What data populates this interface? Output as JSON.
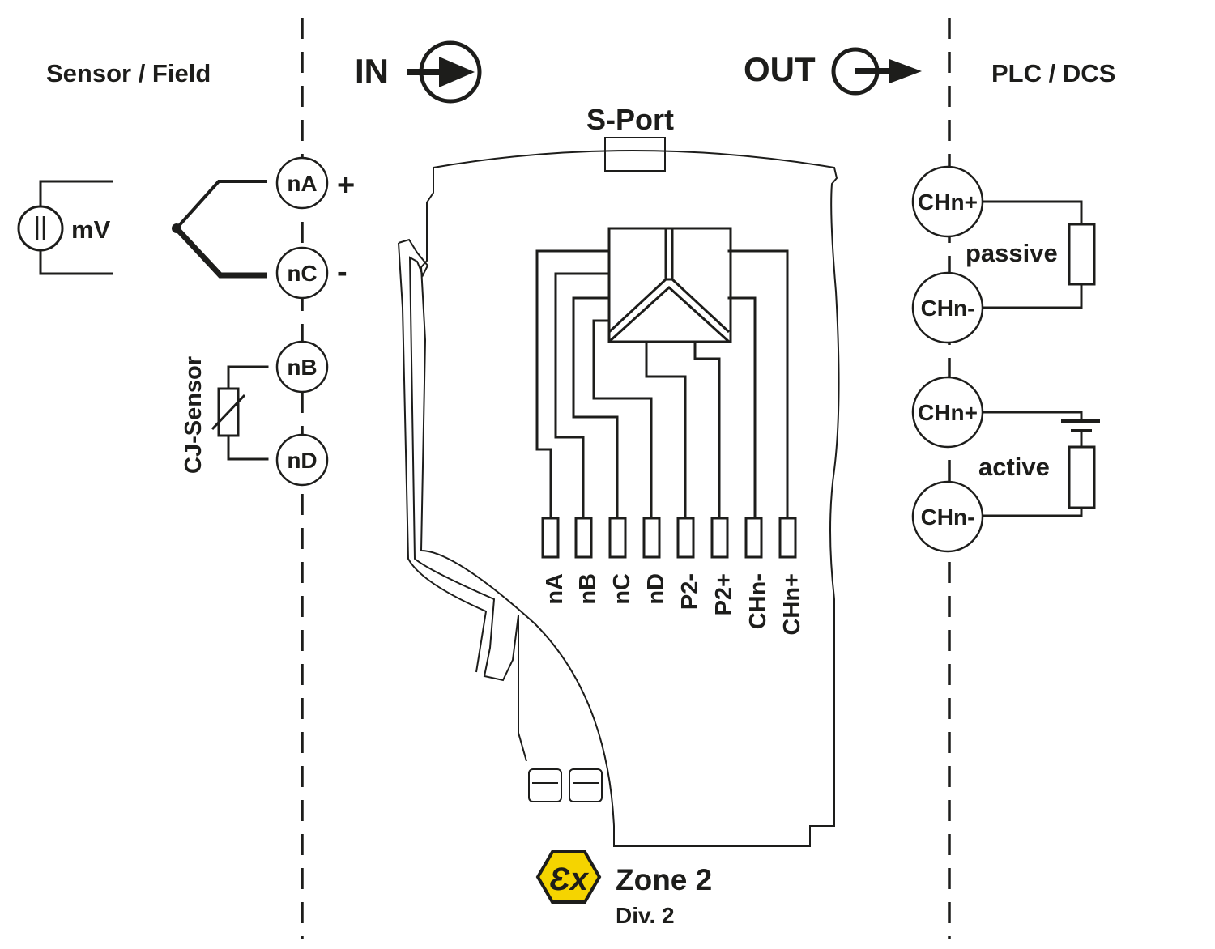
{
  "sections": {
    "sensor_field": "Sensor / Field",
    "in": "IN",
    "out": "OUT",
    "plc_dcs": "PLC / DCS"
  },
  "device": {
    "s_port": "S-Port",
    "pins": [
      "nA",
      "nB",
      "nC",
      "nD",
      "P2-",
      "P2+",
      "CHn-",
      "CHn+"
    ]
  },
  "field_side": {
    "source_label": "mV",
    "cj_sensor": "CJ-Sensor",
    "terminals": [
      "nA",
      "nC",
      "nB",
      "nD"
    ],
    "plus": "+",
    "minus": "-"
  },
  "plc_side": {
    "terminals": [
      "CHn+",
      "CHn-",
      "CHn+",
      "CHn-"
    ],
    "passive": "passive",
    "active": "active"
  },
  "ex": {
    "mark": "Ɛx",
    "zone": "Zone 2",
    "div": "Div. 2",
    "color": "#f5d400"
  }
}
